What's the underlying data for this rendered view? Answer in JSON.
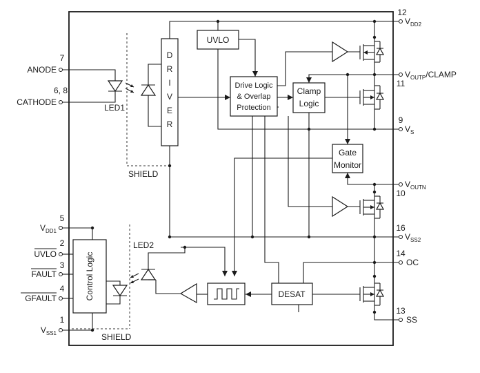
{
  "pins": {
    "anode": {
      "num": "7",
      "label": "ANODE"
    },
    "cathode": {
      "num": "6, 8",
      "label": "CATHODE"
    },
    "vdd1": {
      "num": "5",
      "label": "V",
      "sub": "DD1"
    },
    "uvlo": {
      "num": "2",
      "label": "UVLO"
    },
    "fault": {
      "num": "3",
      "label": "FAULT"
    },
    "gfault": {
      "num": "4",
      "label": "GFAULT"
    },
    "vss1": {
      "num": "1",
      "label": "V",
      "sub": "SS1"
    },
    "vdd2": {
      "num": "12",
      "label": "V",
      "sub": "DD2"
    },
    "voutp": {
      "num": "11",
      "label": "V",
      "sub": "OUTP",
      "suffix": "/CLAMP"
    },
    "vs": {
      "num": "9",
      "label": "V",
      "sub": "S"
    },
    "voutn": {
      "num": "10",
      "label": "V",
      "sub": "OUTN"
    },
    "vss2": {
      "num": "16",
      "label": "V",
      "sub": "SS2"
    },
    "oc": {
      "num": "14",
      "label": "OC"
    },
    "ss": {
      "num": "13",
      "label": "SS"
    }
  },
  "blocks": {
    "driver_letters": [
      "D",
      "R",
      "I",
      "V",
      "E",
      "R"
    ],
    "uvlo": "UVLO",
    "drive_logic": [
      "Drive Logic",
      "& Overlap",
      "Protection"
    ],
    "clamp_logic": [
      "Clamp",
      "Logic"
    ],
    "gate_monitor": [
      "Gate",
      "Monitor"
    ],
    "control_logic": "Control Logic",
    "desat": "DESAT"
  },
  "labels": {
    "led1": "LED1",
    "led2": "LED2",
    "shield_top": "SHIELD",
    "shield_bottom": "SHIELD"
  }
}
